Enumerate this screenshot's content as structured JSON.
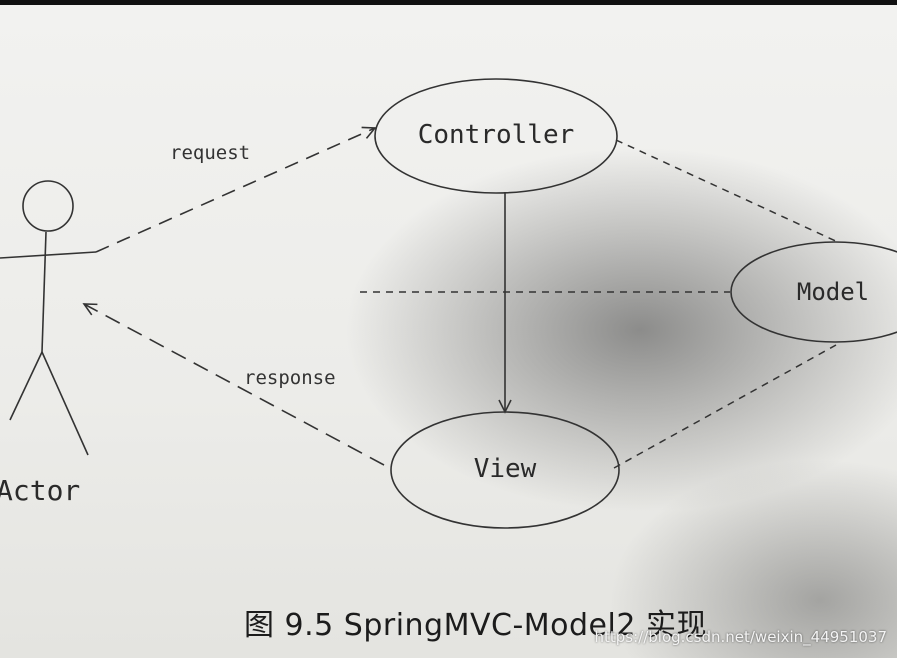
{
  "diagram": {
    "nodes": {
      "controller": "Controller",
      "model": "Model",
      "view": "View",
      "actor": "Actor"
    },
    "edges": {
      "request": "request",
      "response": "response"
    }
  },
  "caption": "图 9.5   SpringMVC-Model2 实现",
  "watermark": "https://blog.csdn.net/weixin_44951037"
}
